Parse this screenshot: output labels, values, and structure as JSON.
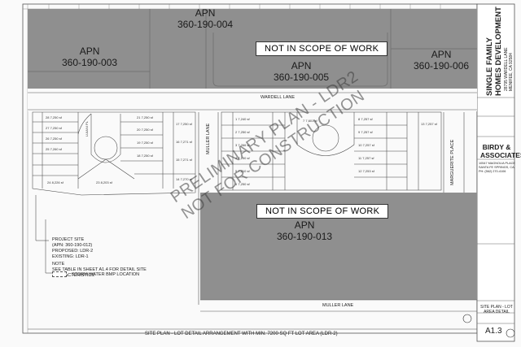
{
  "parcels": {
    "apn_004": {
      "label": "APN",
      "number": "360-190-004"
    },
    "apn_003": {
      "label": "APN",
      "number": "360-190-003"
    },
    "apn_005": {
      "label": "APN",
      "number": "360-190-005"
    },
    "apn_006": {
      "label": "APN",
      "number": "360-190-006"
    },
    "apn_013": {
      "label": "APN",
      "number": "360-190-013"
    }
  },
  "scope_notes": {
    "top": "NOT IN SCOPE OF WORK",
    "bottom": "NOT IN SCOPE OF WORK"
  },
  "streets": {
    "wardell": "WARDELL LANE",
    "muller_bottom": "MULLER LANE",
    "muller_vertical": "MULLER LANE",
    "marguerite": "MARGUERITE PLACE",
    "luiani": "LUIANI PL"
  },
  "project_notes": {
    "site": "PROJECT SITE",
    "apn": "(APN: 360-190-012)",
    "proposed": "PROPOSED: LDR-2",
    "existing": "EXISTING: LDR-1",
    "note_head": "NOTE",
    "note_line1": "SEE TABLE IN SHEET A1.4 FOR DETAIL SITE",
    "note_line2": "CHARACTERISTICS",
    "bmp": "STORM WATER BMP LOCATION"
  },
  "watermark": {
    "line1": "PRELIMINARY PLAN - LDR2",
    "line2": "NOT FOR CONSTRUCTION"
  },
  "title_block": {
    "project_line1": "SINGLE FAMILY",
    "project_line2": "HOMES DEVELOPMENT",
    "address1": "28795 WARDELL LANE",
    "address2": "MENIFEE, CA 92584",
    "firm_line1": "BIRDY &",
    "firm_line2": "ASSOCIATES",
    "firm_addr1": "10547 MAGNOLIA PLACE",
    "firm_addr2": "SANTA FE SPRINGS, CA",
    "firm_phone": "PH: (562) 270-4106",
    "sheet_title1": "SITE PLAN - LOT",
    "sheet_title2": "AREA DETAIL",
    "sheet_number": "A1.3"
  },
  "caption": "SITE PLAN - LOT  DETAIL ARRANGEMENT  WITH MIN. 7200 SQ FT LOT AREA (LDR-2)",
  "lots_left": [
    {
      "id": "lot-28",
      "num": "28",
      "area": "7,250 sf"
    },
    {
      "id": "lot-27",
      "num": "27",
      "area": "7,250 sf"
    },
    {
      "id": "lot-26",
      "num": "26",
      "area": "7,250 sf"
    },
    {
      "id": "lot-25",
      "num": "25",
      "area": "7,260 sf"
    },
    {
      "id": "lot-24",
      "num": "24",
      "area": "8,226 sf"
    },
    {
      "id": "lot-23",
      "num": "23",
      "area": "8,203 sf"
    }
  ],
  "lots_mid": [
    {
      "id": "lot-21",
      "num": "21",
      "area": "7,250 sf"
    },
    {
      "id": "lot-20",
      "num": "20",
      "area": "7,250 sf"
    },
    {
      "id": "lot-19",
      "num": "19",
      "area": "7,250 sf"
    },
    {
      "id": "lot-18",
      "num": "18",
      "area": "7,250 sf"
    },
    {
      "id": "lot-17",
      "num": "17",
      "area": "7,250 sf"
    },
    {
      "id": "lot-16",
      "num": "16",
      "area": "7,271 sf"
    },
    {
      "id": "lot-15",
      "num": "15",
      "area": "7,271 sf"
    },
    {
      "id": "lot-14",
      "num": "14",
      "area": "7,270 sf"
    }
  ],
  "lots_right": [
    {
      "id": "lot-1",
      "num": "1",
      "area": "7,240 sf"
    },
    {
      "id": "lot-2",
      "num": "2",
      "area": "7,250 sf"
    },
    {
      "id": "lot-3",
      "num": "3",
      "area": "7,266 sf"
    },
    {
      "id": "lot-4",
      "num": "4",
      "area": "7,250 sf"
    },
    {
      "id": "lot-5",
      "num": "5",
      "area": "7,210 sf"
    },
    {
      "id": "lot-6",
      "num": "6",
      "area": "7,250 sf"
    },
    {
      "id": "lot-7",
      "num": "7",
      "area": "7,601 sf"
    },
    {
      "id": "lot-8",
      "num": "8",
      "area": "7,257 sf"
    },
    {
      "id": "lot-9",
      "num": "9",
      "area": "7,257 sf"
    },
    {
      "id": "lot-10",
      "num": "10",
      "area": "7,257 sf"
    },
    {
      "id": "lot-11",
      "num": "11",
      "area": "7,257 sf"
    },
    {
      "id": "lot-12",
      "num": "12",
      "area": "7,253 sf"
    },
    {
      "id": "lot-13",
      "num": "13",
      "area": "7,257 sf"
    }
  ],
  "colors": {
    "out_of_scope": "#8f8f8f",
    "linework": "#444444",
    "paper": "#fafafa"
  }
}
